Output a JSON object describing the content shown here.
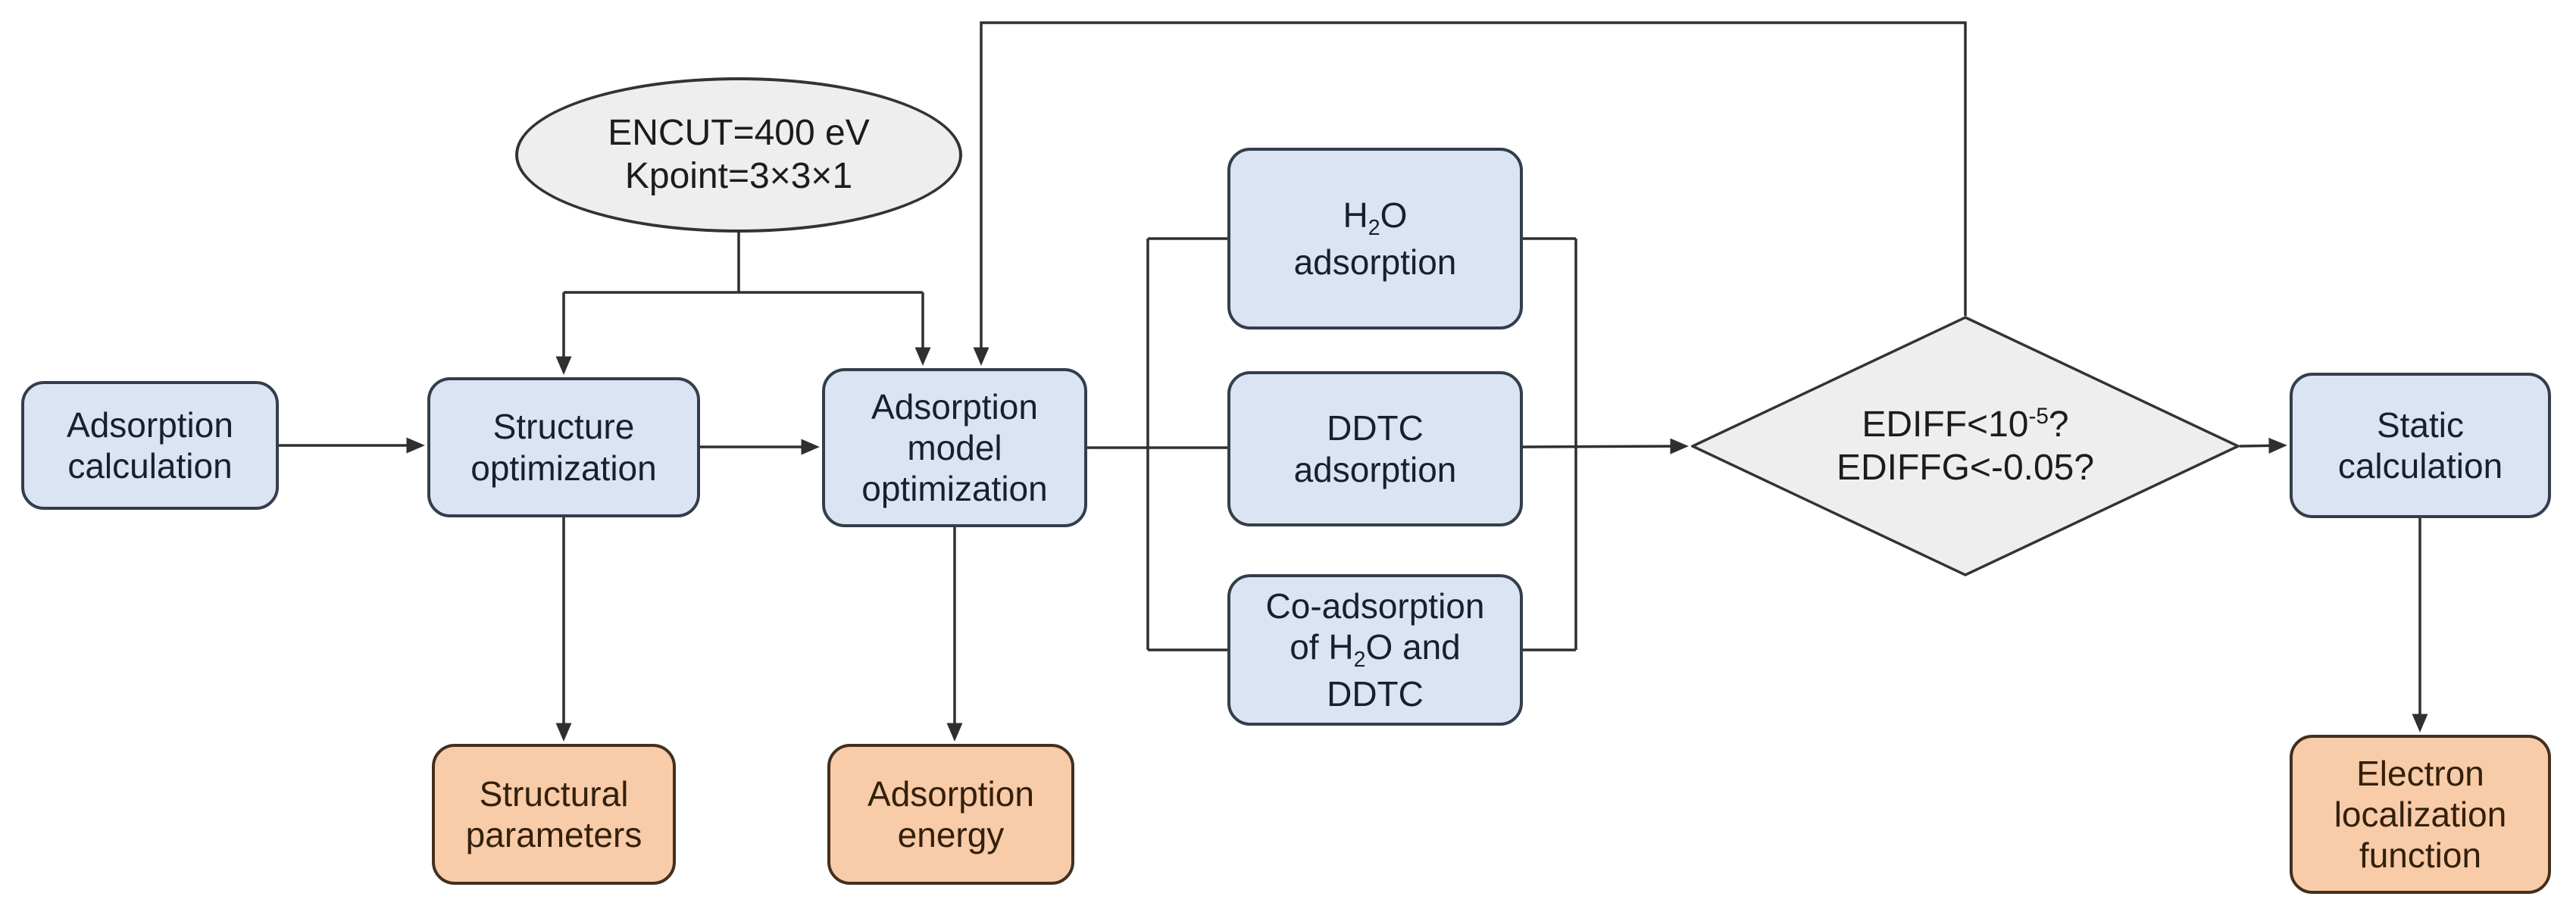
{
  "diagram": {
    "type": "flowchart",
    "background": "#ffffff",
    "colors": {
      "process_fill": "#dbe4f3",
      "process_border": "#343e4b",
      "process_text": "#17202e",
      "output_fill": "#f8cba9",
      "output_border": "#42301f",
      "output_text": "#33200c",
      "neutral_fill": "#eeeeee",
      "neutral_border": "#333333",
      "line": "#2f2f2f"
    },
    "nodes": {
      "adsorption_calculation": {
        "line1": "Adsorption",
        "line2": "calculation"
      },
      "structure_optimization": {
        "line1": "Structure",
        "line2": "optimization"
      },
      "parameters_ellipse": {
        "line1": "ENCUT=400 eV",
        "line2": "Kpoint=3×3×1"
      },
      "adsorption_model_optimization": {
        "line1": "Adsorption",
        "line2": "model",
        "line3": "optimization"
      },
      "h2o_adsorption": {
        "line1_pre": "H",
        "line1_sub": "2",
        "line1_post": "O",
        "line2": "adsorption"
      },
      "ddtc_adsorption": {
        "line1": "DDTC",
        "line2": "adsorption"
      },
      "co_adsorption": {
        "line1": "Co-adsorption",
        "line2_pre": "of H",
        "line2_sub": "2",
        "line2_post": "O and",
        "line3": "DDTC"
      },
      "convergence_decision": {
        "line1_pre": "EDIFF<10",
        "line1_sup": "-5",
        "line1_post": "?",
        "line2": "EDIFFG<-0.05?"
      },
      "static_calculation": {
        "line1": "Static",
        "line2": "calculation"
      },
      "structural_parameters": {
        "line1": "Structural",
        "line2": "parameters"
      },
      "adsorption_energy": {
        "line1": "Adsorption",
        "line2": "energy"
      },
      "electron_localization_function": {
        "line1": "Electron",
        "line2": "localization",
        "line3": "function"
      }
    },
    "edges": [
      {
        "from": "adsorption_calculation",
        "to": "structure_optimization",
        "arrow": true
      },
      {
        "from": "parameters_ellipse",
        "to": "structure_optimization",
        "arrow": true
      },
      {
        "from": "parameters_ellipse",
        "to": "adsorption_model_optimization",
        "arrow": true
      },
      {
        "from": "structure_optimization",
        "to": "adsorption_model_optimization",
        "arrow": true
      },
      {
        "from": "structure_optimization",
        "to": "structural_parameters",
        "arrow": true
      },
      {
        "from": "adsorption_model_optimization",
        "to": "adsorption_energy",
        "arrow": true
      },
      {
        "from": "adsorption_model_optimization",
        "to": "h2o_adsorption",
        "arrow": false
      },
      {
        "from": "adsorption_model_optimization",
        "to": "ddtc_adsorption",
        "arrow": false
      },
      {
        "from": "adsorption_model_optimization",
        "to": "co_adsorption",
        "arrow": false
      },
      {
        "from": "h2o_adsorption",
        "to": "convergence_decision",
        "arrow": false
      },
      {
        "from": "ddtc_adsorption",
        "to": "convergence_decision",
        "arrow": true
      },
      {
        "from": "co_adsorption",
        "to": "convergence_decision",
        "arrow": false
      },
      {
        "from": "convergence_decision",
        "to": "adsorption_model_optimization",
        "arrow": true
      },
      {
        "from": "convergence_decision",
        "to": "static_calculation",
        "arrow": true
      },
      {
        "from": "static_calculation",
        "to": "electron_localization_function",
        "arrow": true
      }
    ]
  }
}
